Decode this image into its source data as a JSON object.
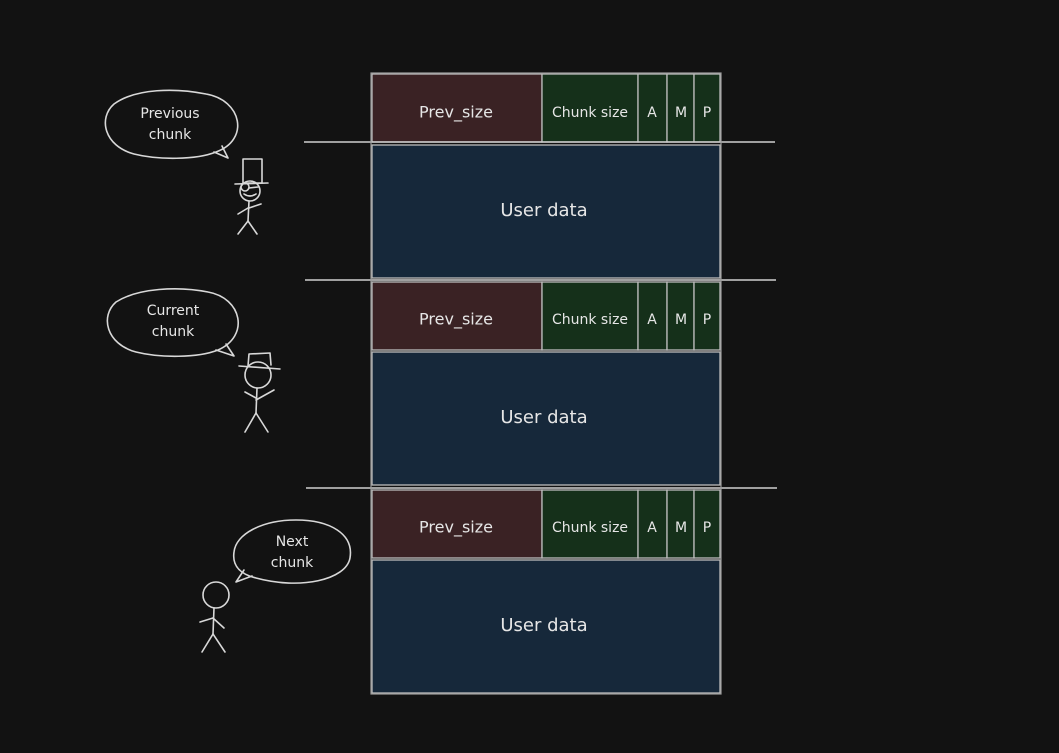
{
  "colors": {
    "background": "#121212",
    "prev_size_fill": "#3a2224",
    "chunk_size_fill": "#15301a",
    "user_data_fill": "#16283a",
    "outline": "#bdbdbd",
    "separator": "#cfcfcf",
    "sketch": "#d8d8d8"
  },
  "chunks": [
    {
      "prev_size_label": "Prev_size",
      "chunk_size_label": "Chunk size",
      "flag_a": "A",
      "flag_m": "M",
      "flag_p": "P",
      "user_data_label": "User data",
      "bubble_line1": "Previous",
      "bubble_line2": "chunk",
      "figure": "stick-figure-top-hat-monocle-icon"
    },
    {
      "prev_size_label": "Prev_size",
      "chunk_size_label": "Chunk size",
      "flag_a": "A",
      "flag_m": "M",
      "flag_p": "P",
      "user_data_label": "User data",
      "bubble_line1": "Current",
      "bubble_line2": "chunk",
      "figure": "stick-figure-hat-icon"
    },
    {
      "prev_size_label": "Prev_size",
      "chunk_size_label": "Chunk size",
      "flag_a": "A",
      "flag_m": "M",
      "flag_p": "P",
      "user_data_label": "User data",
      "bubble_line1": "Next",
      "bubble_line2": "chunk",
      "figure": "stick-figure-icon"
    }
  ]
}
